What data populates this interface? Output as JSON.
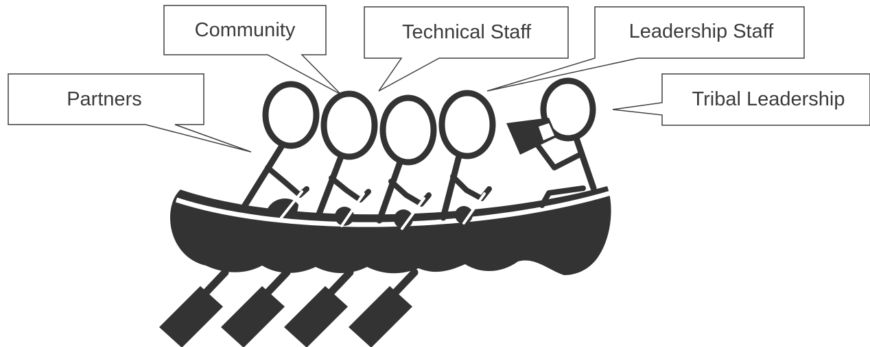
{
  "callouts": {
    "community": "Community",
    "technical_staff": "Technical Staff",
    "leadership_staff": "Leadership Staff",
    "partners": "Partners",
    "tribal_leadership": "Tribal Leadership"
  },
  "colors": {
    "ink": "#333333",
    "callout_text": "#3b3b3b",
    "callout_border": "#3f3f3f",
    "background": "#ffffff"
  },
  "icons": [
    "canoe-icon",
    "paddler-icon",
    "paddle-icon",
    "megaphone-icon"
  ]
}
